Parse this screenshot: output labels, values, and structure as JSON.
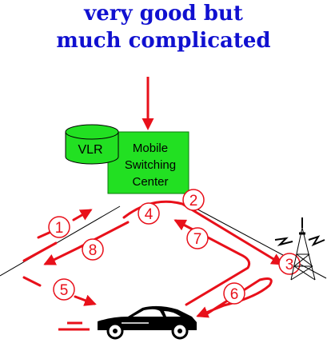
{
  "title": {
    "line1": "very good but",
    "line2": "much complicated"
  },
  "nodes": {
    "vlr": "VLR",
    "msc_line1": "Mobile",
    "msc_line2": "Switching",
    "msc_line3": "Center"
  },
  "steps": [
    "1",
    "2",
    "3",
    "4",
    "5",
    "6",
    "7",
    "8"
  ],
  "colors": {
    "title": "#1010d0",
    "arrow": "#e8101a",
    "msc_fill": "#22e022",
    "vlr_fill": "#22e022"
  },
  "icons": [
    "antenna-tower-icon",
    "car-icon",
    "motion-lines-icon"
  ]
}
